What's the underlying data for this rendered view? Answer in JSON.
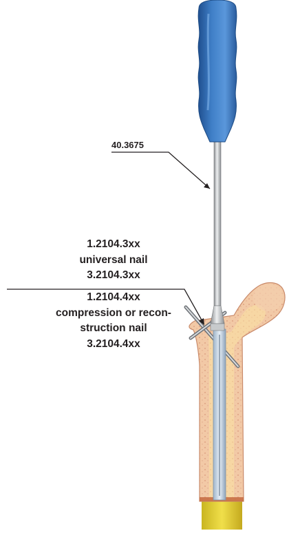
{
  "labels": {
    "tool": "40.3675",
    "top_lines": [
      "1.2104.3xx",
      "universal nail",
      "3.2104.3xx"
    ],
    "bottom_lines": [
      "1.2104.4xx",
      "compression or recon-",
      "struction nail",
      "3.2104.4xx"
    ]
  },
  "colors": {
    "handle": "#3f7fc7",
    "shaft": "#b3b6b9",
    "bone": "#f2c9a6",
    "bone_spots": "#d99779",
    "canal": "#fbe2a2",
    "shaft_bottom": "#e7d34a",
    "leader": "#231f20"
  }
}
